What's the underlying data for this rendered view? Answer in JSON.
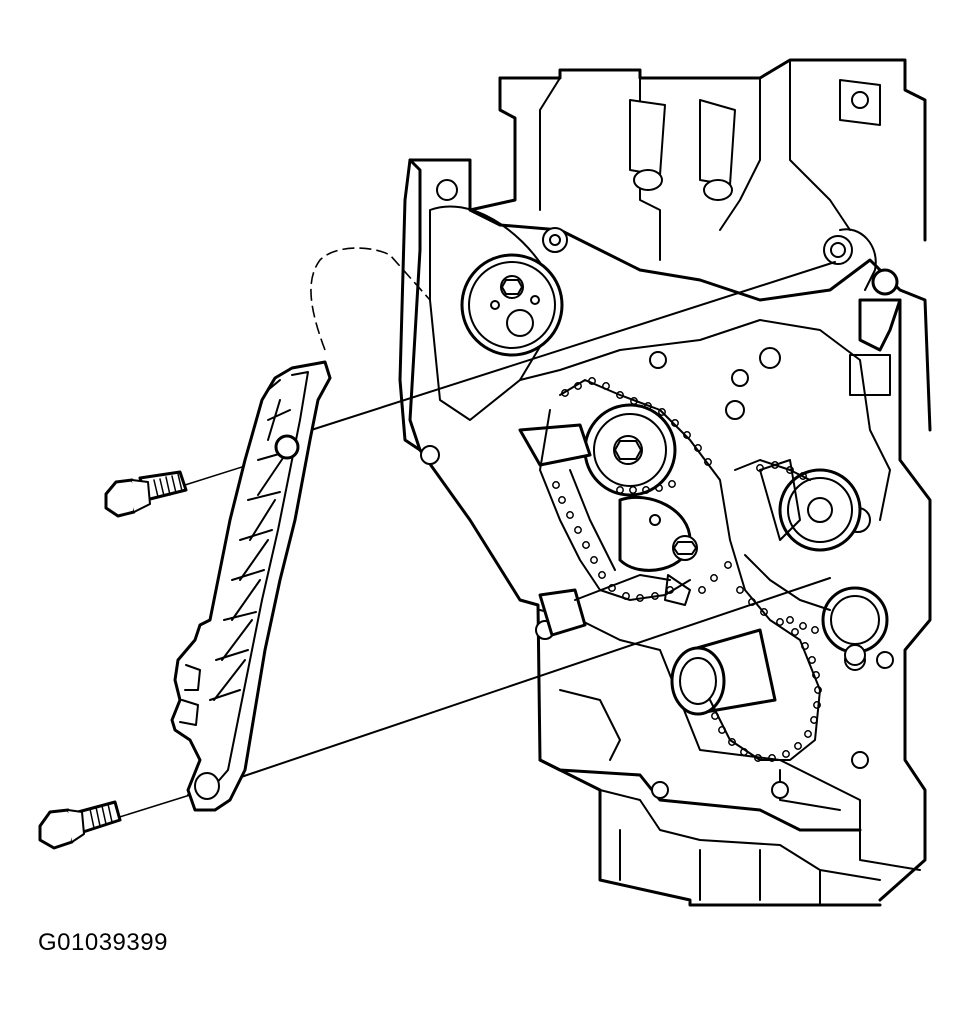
{
  "figure": {
    "id_label": "G01039399",
    "colors": {
      "line": "#000000",
      "background": "#ffffff"
    },
    "parts": [
      "engine-block",
      "timing-chain",
      "upper-timing-chain-guide",
      "guide-upper-bolt",
      "guide-lower-bolt"
    ]
  }
}
